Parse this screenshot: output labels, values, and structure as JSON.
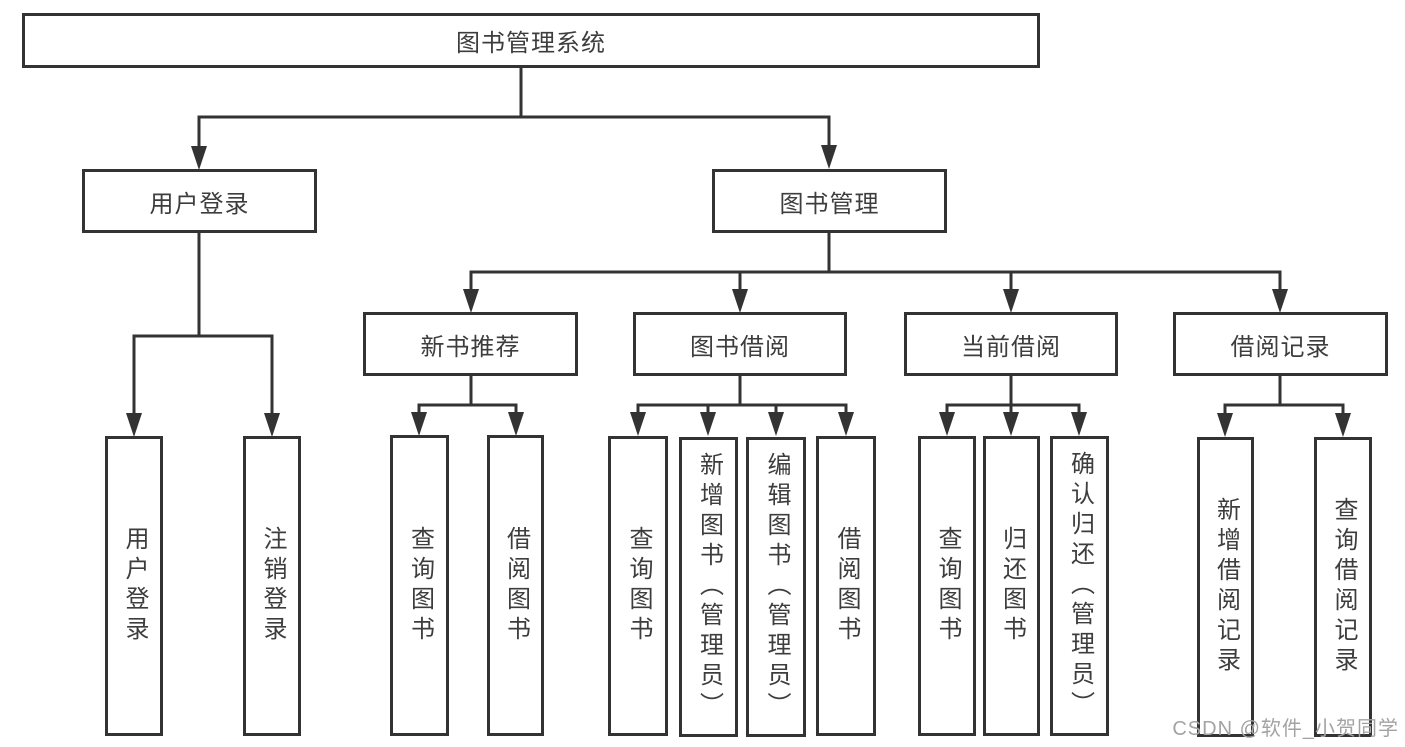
{
  "tree": {
    "label": "图书管理系统",
    "children": [
      {
        "label": "用户登录",
        "children": [
          {
            "label": "用户登录"
          },
          {
            "label": "注销登录"
          }
        ]
      },
      {
        "label": "图书管理",
        "children": [
          {
            "label": "新书推荐",
            "children": [
              {
                "label": "查询图书"
              },
              {
                "label": "借阅图书"
              }
            ]
          },
          {
            "label": "图书借阅",
            "children": [
              {
                "label": "查询图书"
              },
              {
                "label": "新增图书（管理员）"
              },
              {
                "label": "编辑图书（管理员）"
              },
              {
                "label": "借阅图书"
              }
            ]
          },
          {
            "label": "当前借阅",
            "children": [
              {
                "label": "查询图书"
              },
              {
                "label": "归还图书"
              },
              {
                "label": "确认归还（管理员）"
              }
            ]
          },
          {
            "label": "借阅记录",
            "children": [
              {
                "label": "新增借阅记录"
              },
              {
                "label": "查询借阅记录"
              }
            ]
          }
        ]
      }
    ]
  },
  "watermark": "CSDN @软件_小贺同学",
  "colors": {
    "line": "#333333",
    "text": "#3d3d3d",
    "background": "#ffffff",
    "watermark": "#a3a3a3"
  }
}
